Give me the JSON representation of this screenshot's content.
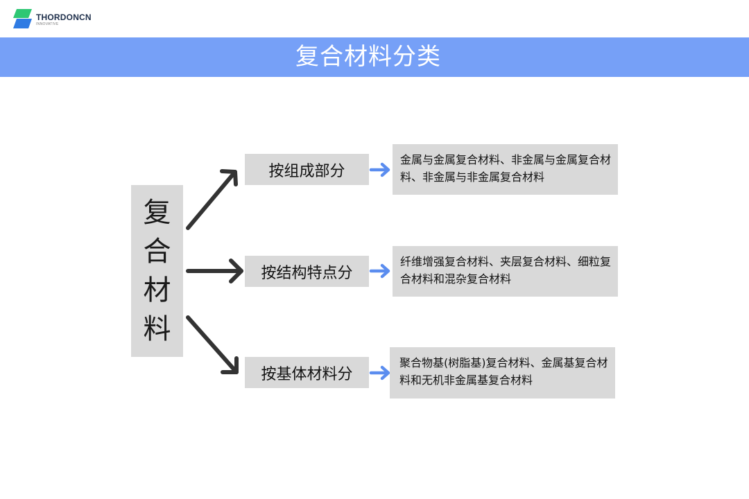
{
  "logo": {
    "name": "THORDONCN",
    "sub": "INNOVATIVE",
    "colors": [
      "#2ec774",
      "#2f7be3"
    ]
  },
  "title": "复合材料分类",
  "root": "复合材料",
  "categories": [
    {
      "label": "按组成部分",
      "description": "金属与金属复合材料、非金属与金属复合材料、非金属与非金属复合材料"
    },
    {
      "label": "按结构特点分",
      "description": "纤维增强复合材料、夹层复合材料、细粒复合材料和混杂复合材料"
    },
    {
      "label": "按基体材料分",
      "description": "聚合物基(树脂基)复合材料、金属基复合材料和无机非金属基复合材料"
    }
  ],
  "colors": {
    "header_bg": "#76a0f7",
    "box_bg": "#d9d9d9",
    "arrow_dark": "#333333",
    "arrow_blue": "#5b8def"
  }
}
